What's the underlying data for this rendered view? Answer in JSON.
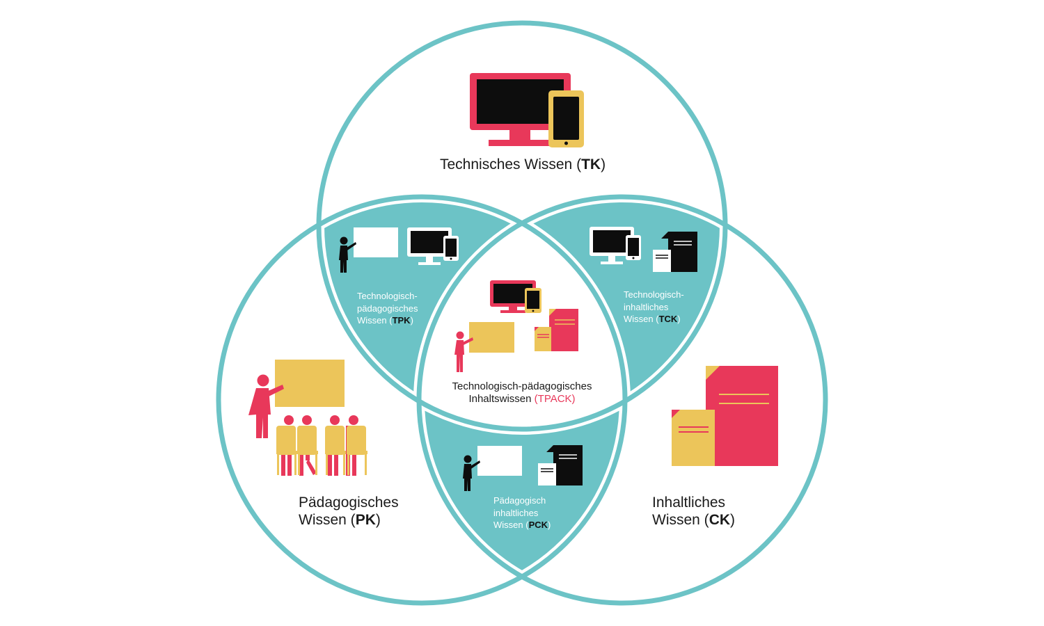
{
  "colors": {
    "ring": "#6cc3c6",
    "overlap_fill": "#6cc3c6",
    "red": "#e8385a",
    "yellow": "#ecc55a",
    "black": "#0d0d0d",
    "white": "#ffffff"
  },
  "regions": {
    "tk": {
      "line1": "Technisches Wissen (",
      "abbr": "TK",
      "close": ")",
      "icons": [
        "monitor-icon",
        "tablet-icon"
      ]
    },
    "pk": {
      "line1": "Pädagogisches",
      "line2": "Wissen (",
      "abbr": "PK",
      "close": ")",
      "icons": [
        "teacher-icon",
        "whiteboard-icon",
        "student-icon"
      ]
    },
    "ck": {
      "line1": "Inhaltliches",
      "line2": "Wissen (",
      "abbr": "CK",
      "close": ")",
      "icons": [
        "document-icon"
      ]
    },
    "tpk": {
      "line1": "Technologisch-",
      "line2": "pädagogisches",
      "line3": "Wissen (",
      "abbr": "TPK",
      "close": ")"
    },
    "tck": {
      "line1": "Technologisch-",
      "line2": "inhaltliches",
      "line3": "Wissen (",
      "abbr": "TCK",
      "close": ")"
    },
    "pck": {
      "line1": "Pädagogisch",
      "line2": "inhaltliches",
      "line3": "Wissen (",
      "abbr": "PCK",
      "close": ")"
    },
    "tpack": {
      "line1": "Technologisch-pädagogisches",
      "line2": "Inhaltswissen ",
      "abbr": "(TPACK)"
    }
  }
}
